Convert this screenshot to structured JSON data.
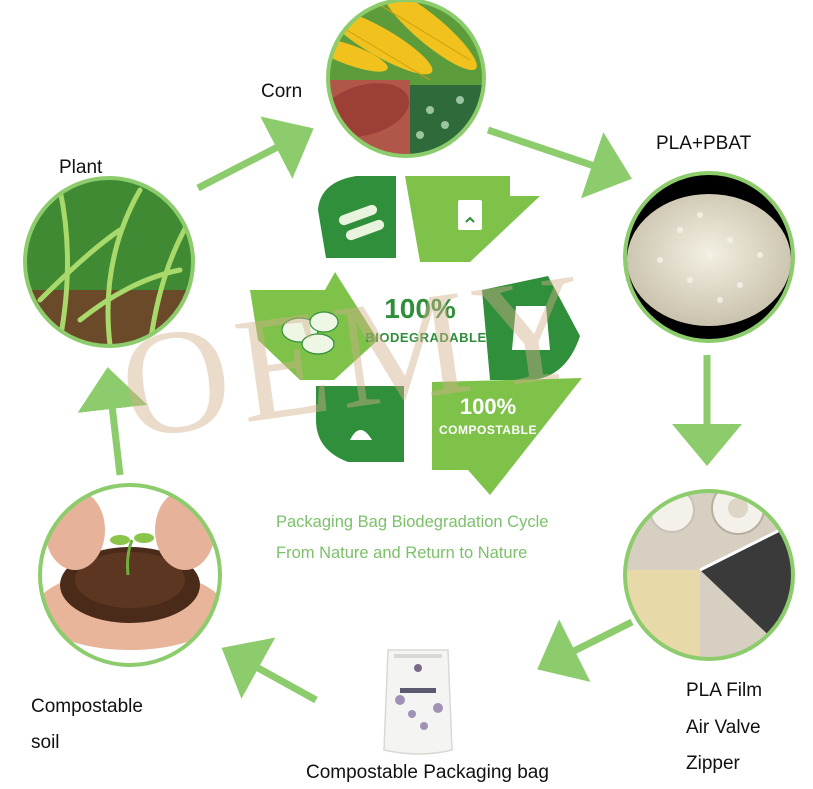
{
  "stages": {
    "corn": "Corn",
    "pla_pbat": "PLA+PBAT",
    "plant": "Plant",
    "pla_film": "PLA Film",
    "air_valve": "Air Valve",
    "zipper": "Zipper",
    "compost_soil_1": "Compostable",
    "compost_soil_2": "soil",
    "bag": "Compostable Packaging bag"
  },
  "center": {
    "biodegradable_pct": "100%",
    "biodegradable": "BIODEGRADABLE",
    "compostable_pct": "100%",
    "compostable": "COMPOSTABLE",
    "caption_1": "Packaging Bag Biodegradation Cycle",
    "caption_2": "From Nature and Return to Nature"
  },
  "watermark": "OEMY",
  "colors": {
    "arrow": "#8ccc6c",
    "dark_green": "#2f8f3a",
    "light_green": "#7fc24a",
    "circle_border": "#8ccc6c"
  }
}
